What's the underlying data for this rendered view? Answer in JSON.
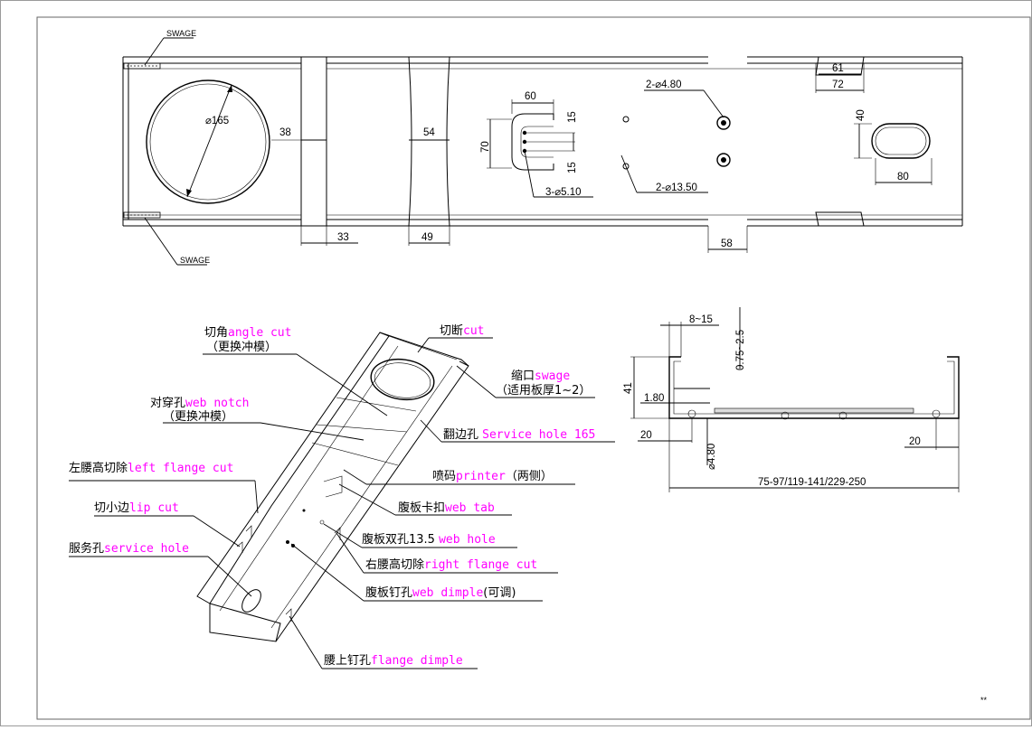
{
  "colors": {
    "english_label": "#ff00ff",
    "stroke": "#000000",
    "frame": "#808080"
  },
  "top_view": {
    "swage_top": "SWAGE",
    "swage_bottom": "SWAGE",
    "circle_dia": "⌀165",
    "dim_38": "38",
    "dim_33": "33",
    "dim_54": "54",
    "dim_49": "49",
    "dim_60": "60",
    "dim_70": "70",
    "dim_15a": "15",
    "dim_15b": "15",
    "holes_510": "3-⌀5.10",
    "holes_480": "2-⌀4.80",
    "holes_1350": "2-⌀13.50",
    "dim_61": "61",
    "dim_72": "72",
    "dim_40": "40",
    "dim_80": "80",
    "dim_58": "58"
  },
  "section": {
    "dim_8_15": "8~15",
    "dim_075_25": "0.75~2.5",
    "dim_41": "41",
    "dim_180": "1.80",
    "dim_20_left": "20",
    "dim_20_right": "20",
    "dim_480": "⌀4.80",
    "width_range": "75-97/119-141/229-250"
  },
  "labels": [
    {
      "key": "angle_cut",
      "cn": "切角",
      "en": "angle cut",
      "sub": "（更换冲模）"
    },
    {
      "key": "cut",
      "cn": "切断",
      "en": "cut",
      "sub": ""
    },
    {
      "key": "swage",
      "cn": "缩口",
      "en": "swage",
      "sub": "（适用板厚1~2）"
    },
    {
      "key": "web_notch",
      "cn": "对穿孔",
      "en": "web notch",
      "sub": "（更换冲模）"
    },
    {
      "key": "service_165",
      "cn": "翻边孔 ",
      "en": "Service hole 165",
      "sub": ""
    },
    {
      "key": "left_flange",
      "cn": "左腰高切除",
      "en": "left flange cut",
      "sub": ""
    },
    {
      "key": "printer",
      "cn": "喷码",
      "en": "printer",
      "sub": "（两侧）"
    },
    {
      "key": "lip_cut",
      "cn": "切小边",
      "en": "lip cut",
      "sub": ""
    },
    {
      "key": "web_tab",
      "cn": "腹板卡扣",
      "en": "web tab",
      "sub": ""
    },
    {
      "key": "service_hole",
      "cn": "服务孔",
      "en": "service hole",
      "sub": ""
    },
    {
      "key": "web_hole",
      "cn": "腹板双孔13.5 ",
      "en": "web hole",
      "sub": ""
    },
    {
      "key": "right_flange",
      "cn": "右腰高切除",
      "en": "right flange cut",
      "sub": ""
    },
    {
      "key": "web_dimple",
      "cn": "腹板钉孔",
      "en": "web dimple",
      "sub": "(可调)"
    },
    {
      "key": "flange_dimple",
      "cn": "腰上钉孔",
      "en": "flange dimple",
      "sub": ""
    }
  ],
  "corner_mark": "**"
}
